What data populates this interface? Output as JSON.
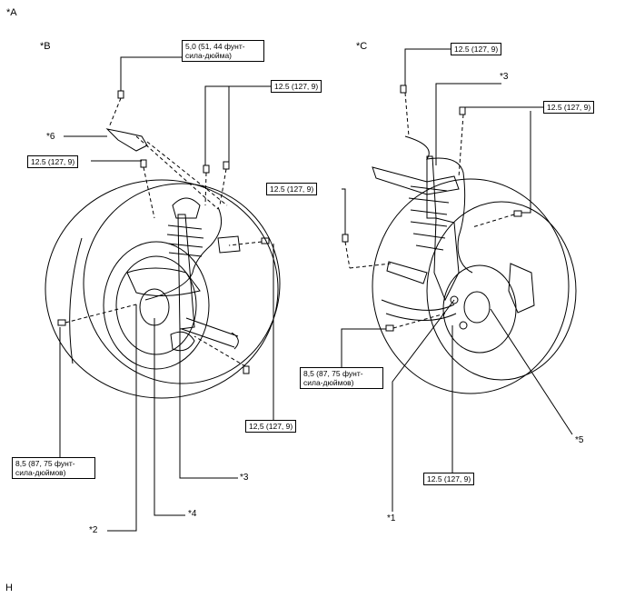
{
  "view_label": "*A",
  "footer_code": "H",
  "views": [
    {
      "key": "left",
      "label": "*B"
    },
    {
      "key": "right",
      "label": "*C"
    }
  ],
  "callouts": [
    "*1",
    "*2",
    "*3",
    "*4",
    "*5",
    "*6",
    "*3"
  ],
  "torque": {
    "t_5_0": {
      "line1": "5,0 (51, 44 фунт-",
      "line2": "сила-дюйма)"
    },
    "t_12_5_dot": "12.5 (127, 9)",
    "t_12_5_comma": "12,5 (127, 9)",
    "t_8_5": {
      "line1": "8,5 (87, 75 фунт-",
      "line2": "сила-дюймов)"
    }
  },
  "colors": {
    "line": "#000000",
    "background": "#ffffff"
  }
}
